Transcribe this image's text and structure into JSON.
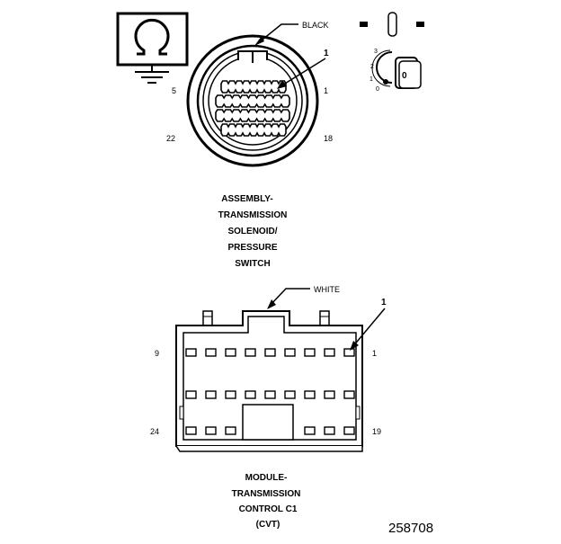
{
  "top_connector": {
    "color_label": "BLACK",
    "callout": "1",
    "pin_labels": {
      "upper_left": "5",
      "upper_right": "1",
      "lower_left": "22",
      "lower_right": "18"
    },
    "title_lines": [
      "ASSEMBLY-",
      "TRANSMISSION",
      "SOLENOID/",
      "PRESSURE",
      "SWITCH"
    ]
  },
  "key_positions": [
    "3",
    "2",
    "1",
    "0"
  ],
  "key_cylinder_label": "0",
  "bottom_connector": {
    "color_label": "WHITE",
    "callout": "1",
    "pin_labels": {
      "upper_left": "9",
      "upper_right": "1",
      "lower_left": "24",
      "lower_right": "19"
    },
    "title_lines": [
      "MODULE-",
      "TRANSMISSION",
      "CONTROL C1",
      "(CVT)"
    ]
  },
  "figure_number": "258708"
}
